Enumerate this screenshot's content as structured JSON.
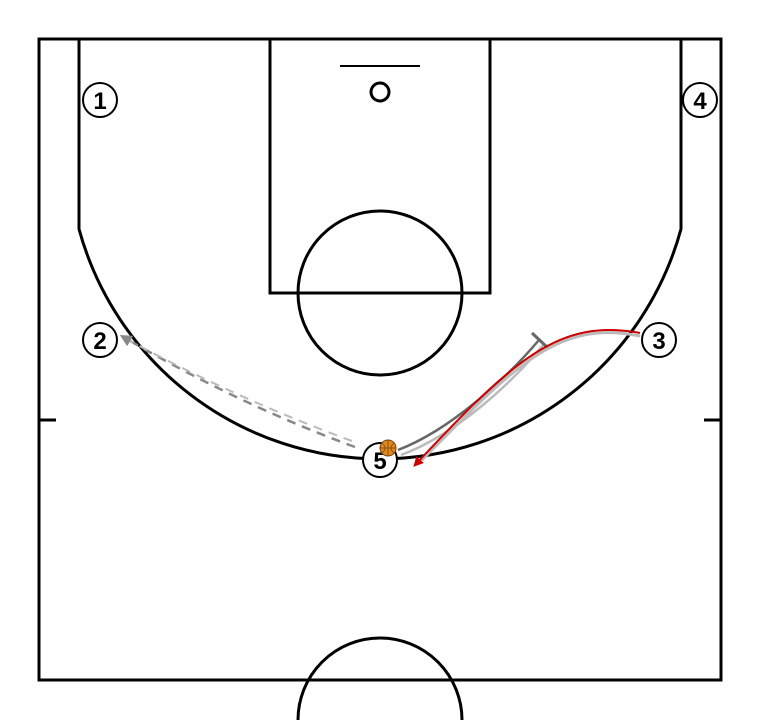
{
  "diagram": {
    "players": [
      {
        "id": "p1",
        "label": "1"
      },
      {
        "id": "p2",
        "label": "2"
      },
      {
        "id": "p3",
        "label": "3"
      },
      {
        "id": "p4",
        "label": "4"
      },
      {
        "id": "p5",
        "label": "5",
        "has_ball": true
      }
    ],
    "actions": [
      {
        "type": "cut",
        "from": "3",
        "color": "#cc0000"
      },
      {
        "type": "screen",
        "by": "5",
        "color": "#666666"
      },
      {
        "type": "pass",
        "from": "5",
        "to": "2",
        "color": "#888888"
      }
    ],
    "colors": {
      "court_lines": "#000000",
      "cut_arrow": "#cc0000",
      "screen_path": "#666666",
      "pass_arrow": "#888888",
      "ball": "#e08a1e"
    }
  }
}
